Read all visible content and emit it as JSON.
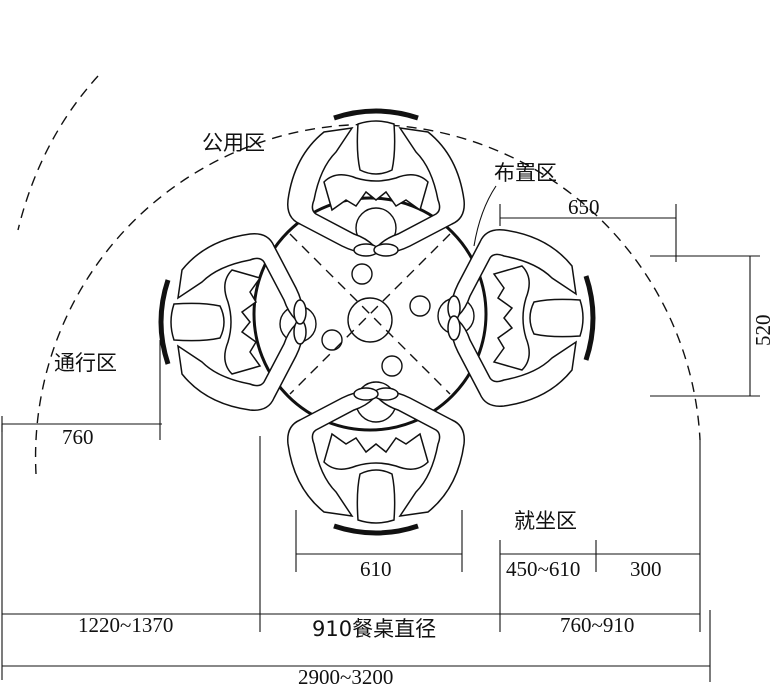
{
  "zones": {
    "public": "公用区",
    "arrangement": "布置区",
    "passage": "通行区",
    "seating": "就坐区"
  },
  "dimensions": {
    "d650": "650",
    "d520": "520",
    "d760": "760",
    "d610": "610",
    "d450_610": "450~610",
    "d300": "300",
    "d1220_1370": "1220~1370",
    "d910_table": "910餐桌直径",
    "d760_910": "760~910",
    "d2900_3200": "2900~3200"
  }
}
